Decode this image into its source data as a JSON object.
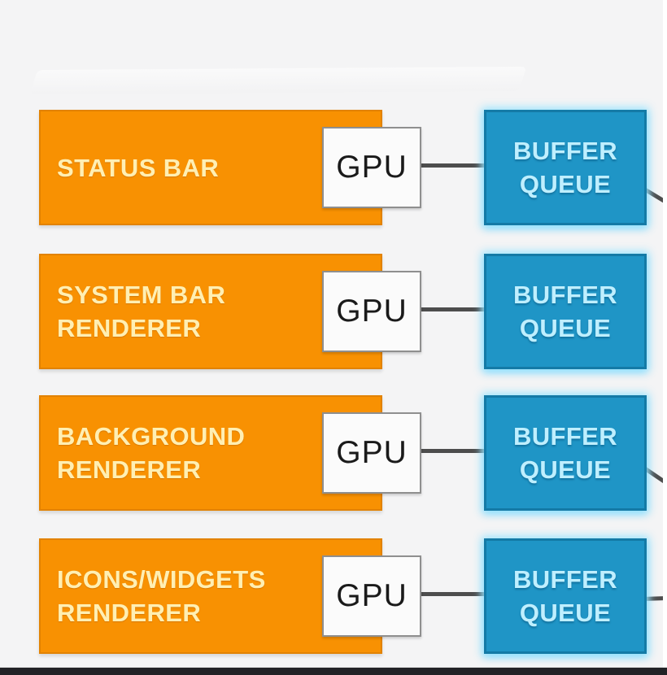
{
  "colors": {
    "background": "#F4F4F5",
    "renderer_box": "#F89102",
    "renderer_border": "#E28200",
    "renderer_text": "#FFEFB3",
    "gpu_box": "#FBFBFB",
    "gpu_border": "#8F8F8F",
    "gpu_text": "#1A1A1A",
    "queue_box": "#1F95C6",
    "queue_border": "#147AA6",
    "queue_text": "#BFEFFF",
    "connector": "#4D4D4D",
    "bottom_bar": "#222226",
    "right_strip": "#FFFFFF"
  },
  "rows": [
    {
      "renderer_lines": [
        "STATUS BAR"
      ],
      "gpu_label": "GPU",
      "queue_lines": [
        "BUFFER",
        "QUEUE"
      ],
      "output_connector": "diagonal-down-right"
    },
    {
      "renderer_lines": [
        "SYSTEM BAR",
        "RENDERER"
      ],
      "gpu_label": "GPU",
      "queue_lines": [
        "BUFFER",
        "QUEUE"
      ],
      "output_connector": "none"
    },
    {
      "renderer_lines": [
        "BACKGROUND",
        "RENDERER"
      ],
      "gpu_label": "GPU",
      "queue_lines": [
        "BUFFER",
        "QUEUE"
      ],
      "output_connector": "diagonal-down-right"
    },
    {
      "renderer_lines": [
        "ICONS/WIDGETS",
        "RENDERER"
      ],
      "gpu_label": "GPU",
      "queue_lines": [
        "BUFFER",
        "QUEUE"
      ],
      "output_connector": "horizontal-right"
    }
  ]
}
